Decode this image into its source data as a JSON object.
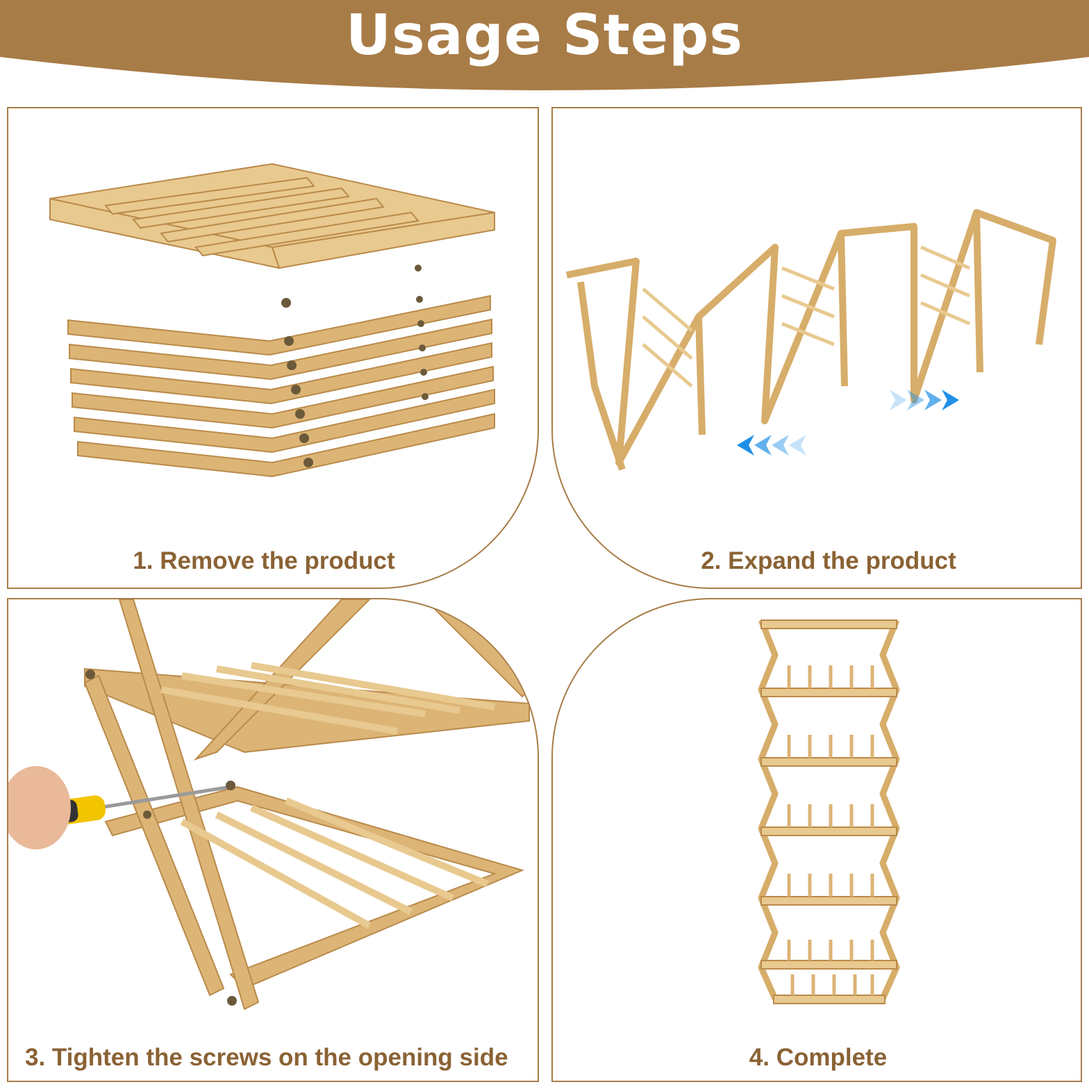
{
  "header": {
    "title": "Usage Steps",
    "background_color": "#a87c47",
    "text_color": "#ffffff"
  },
  "steps": [
    {
      "caption": "1. Remove the product"
    },
    {
      "caption": "2. Expand the product"
    },
    {
      "caption": "3. Tighten the screws on the opening side"
    },
    {
      "caption": "4. Complete"
    }
  ],
  "colors": {
    "accent_brown": "#a87c47",
    "caption_brown": "#8a6234",
    "bamboo_light": "#e8c98f",
    "bamboo_mid": "#d7ad6a",
    "bamboo_dark": "#b98a4a",
    "arrow_blue": "#1e90e6"
  }
}
